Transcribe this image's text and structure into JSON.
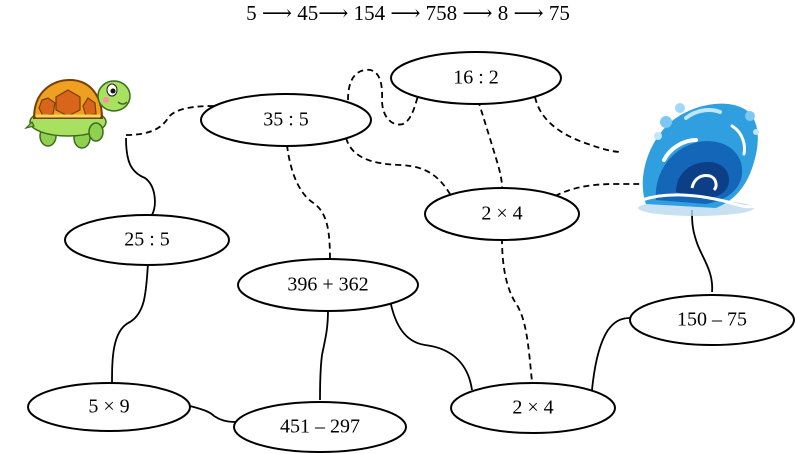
{
  "sequence": "5 ⟶ 45⟶ 154 ⟶ 758 ⟶ 8 ⟶ 75",
  "nodes": {
    "div_35_5": "35 : 5",
    "div_16_2": "16 : 2",
    "div_25_5": "25 : 5",
    "add_396_362": "396 + 362",
    "mul_2_4_top": "2 × 4",
    "mul_5_9": "5 × 9",
    "sub_451_297": "451 – 297",
    "mul_2_4_bottom": "2 × 4",
    "sub_150_75": "150 – 75"
  },
  "icons": {
    "start": "turtle-icon",
    "goal": "wave-icon"
  }
}
